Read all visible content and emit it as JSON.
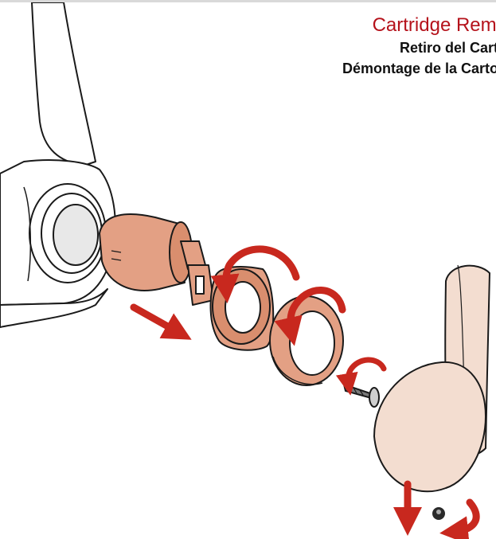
{
  "header": {
    "title_en": "Cartridge Remo",
    "title_es": "Retiro del Cartu",
    "title_fr": "Démontage de la Cartou"
  },
  "colors": {
    "accent_red": "#b5121b",
    "arrow_red": "#c8281e",
    "part_fill": "#e3a084",
    "handle_fill": "#f3ddd0",
    "outline": "#1a1a1a"
  },
  "diagram": {
    "parts": [
      "faucet-body-icon",
      "cartridge-icon",
      "retaining-nut-icon",
      "bonnet-cap-icon",
      "handle-screw-icon",
      "lever-handle-icon",
      "set-screw-icon"
    ],
    "arrows": [
      "counterclockwise-arrow-icon",
      "counterclockwise-arrow-icon",
      "counterclockwise-arrow-icon",
      "pull-out-arrow-icon",
      "pull-down-arrow-icon",
      "clockwise-arrow-icon"
    ]
  }
}
